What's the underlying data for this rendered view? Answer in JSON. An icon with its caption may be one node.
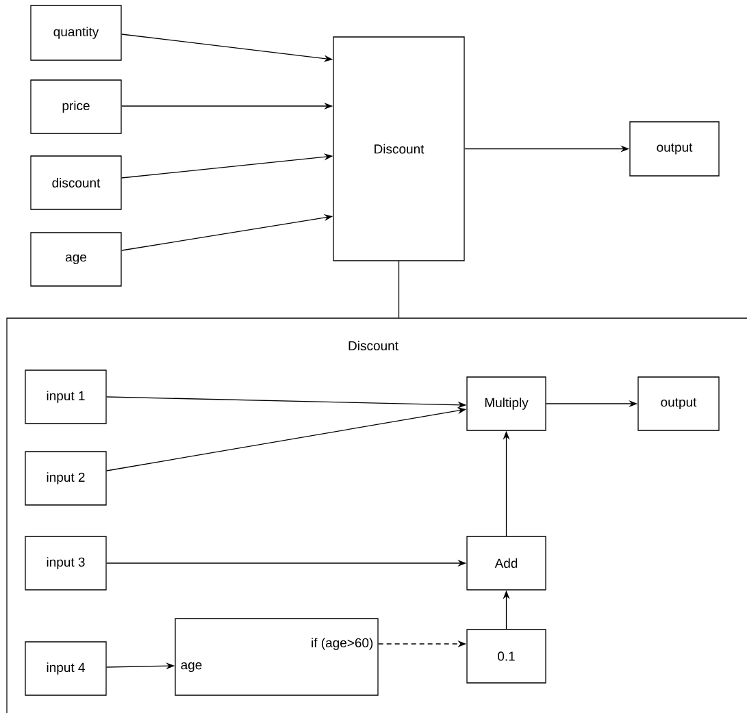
{
  "diagram": {
    "nodes": [
      {
        "text": [
          "quantity"
        ]
      },
      {
        "text": [
          "price"
        ]
      },
      {
        "text": [
          "discount"
        ]
      },
      {
        "text": [
          "age"
        ]
      },
      {
        "text": [
          "Discount"
        ]
      },
      {
        "text": [
          "output"
        ]
      },
      {
        "text": [
          "Discount"
        ]
      },
      {
        "text": [
          "input 1"
        ],
        "in": 6
      },
      {
        "text": [
          "input 2"
        ],
        "in": 6
      },
      {
        "text": [
          "input 3"
        ],
        "in": 6
      },
      {
        "text": [
          "input 4"
        ],
        "in": 6
      },
      {
        "text": [
          "Multiply"
        ],
        "in": 6
      },
      {
        "text": [
          "output"
        ],
        "in": 6
      },
      {
        "text": [
          "Add"
        ],
        "in": 6
      },
      {
        "text": [
          "age",
          "if (age>60)"
        ],
        "in": 6
      },
      {
        "text": [
          "0.1"
        ],
        "in": 6
      }
    ],
    "edges": [
      {
        "from": 0,
        "to": 4,
        "arrow": "to"
      },
      {
        "from": 1,
        "to": 4,
        "arrow": "to"
      },
      {
        "from": 2,
        "to": 4,
        "arrow": "to"
      },
      {
        "from": 3,
        "to": 4,
        "arrow": "to"
      },
      {
        "from": 4,
        "to": 5,
        "arrow": "to"
      },
      {
        "from": 4,
        "to": 6,
        "arrow": "none"
      },
      {
        "from": 7,
        "to": 11,
        "arrow": "to"
      },
      {
        "from": 8,
        "to": 11,
        "arrow": "to"
      },
      {
        "from": 9,
        "to": 13,
        "arrow": "to"
      },
      {
        "from": 13,
        "to": 11,
        "arrow": "to"
      },
      {
        "from": 15,
        "to": 13,
        "arrow": "to"
      },
      {
        "from": 11,
        "to": 12,
        "arrow": "to"
      },
      {
        "from": 10,
        "to": 14,
        "arrow": "to"
      },
      {
        "from": 14,
        "to": 15,
        "arrow": "to",
        "style": "dashed"
      }
    ]
  }
}
